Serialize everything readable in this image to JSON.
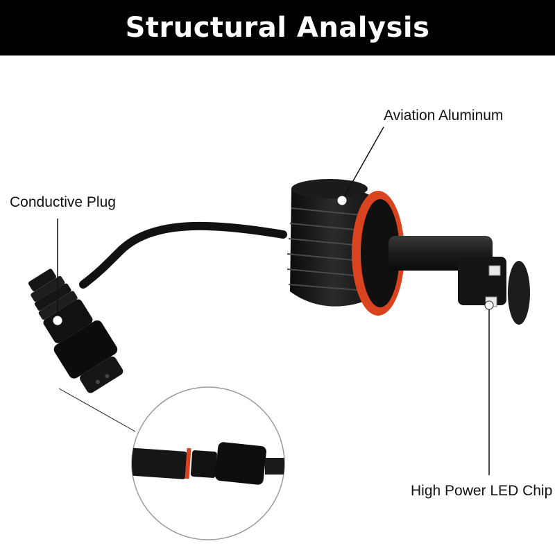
{
  "header": {
    "title": "Structural Analysis"
  },
  "labels": {
    "aluminum": "Aviation Aluminum",
    "plug": "Conductive Plug",
    "chip": "High Power LED Chip"
  },
  "colors": {
    "banner_bg": "#000000",
    "banner_text": "#ffffff",
    "ring": "#d9431f",
    "body": "#1a1a1a",
    "background": "#ffffff"
  }
}
